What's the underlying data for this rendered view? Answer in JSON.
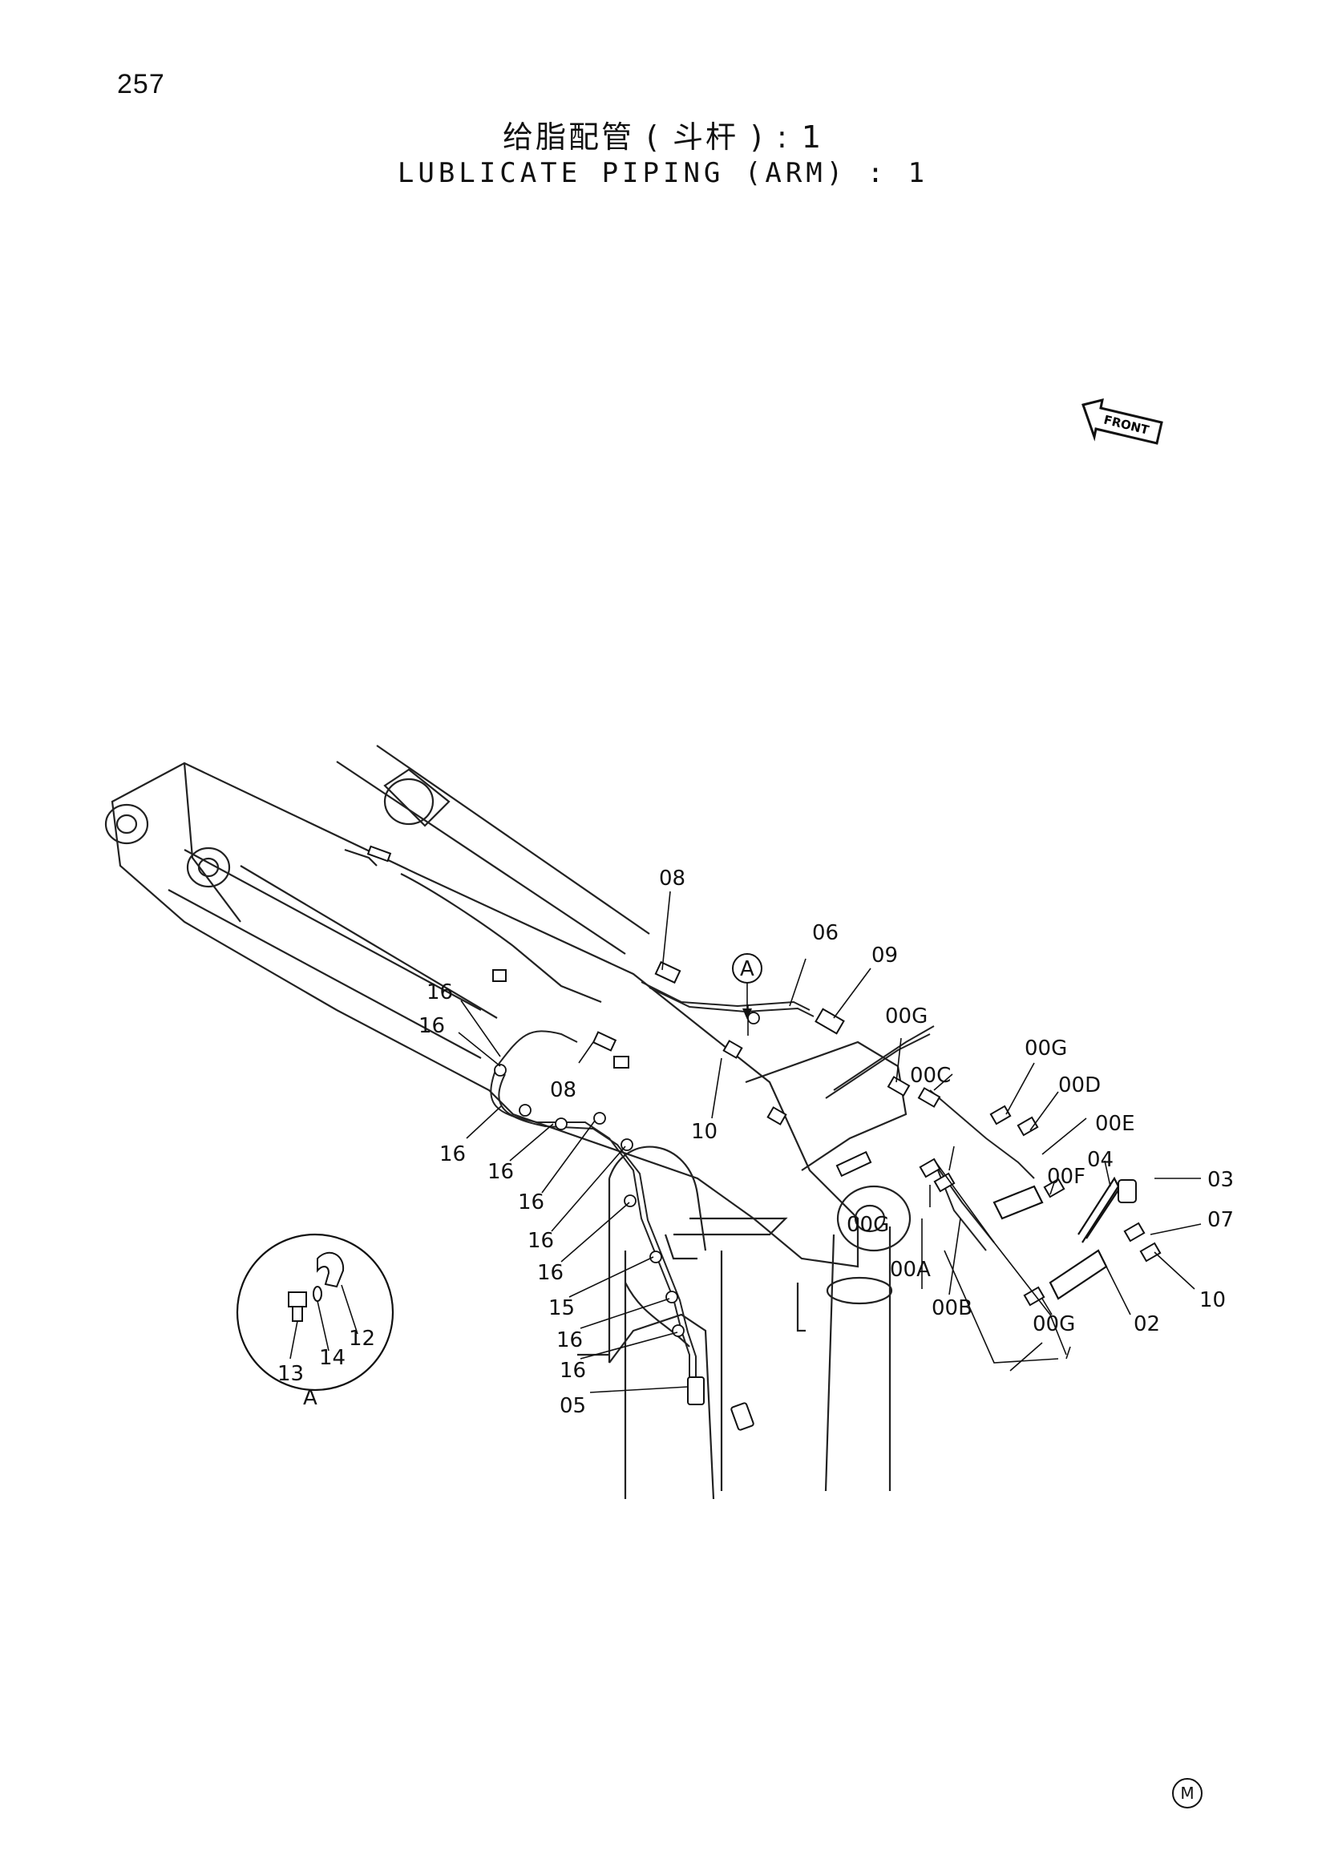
{
  "page": {
    "number": "257",
    "title_cn": "给脂配管 ( 斗杆 ) : 1",
    "title_en": "LUBLICATE PIPING (ARM) : 1",
    "front_label": "FRONT",
    "marker": "M"
  },
  "callouts": {
    "c08a": "08",
    "c06": "06",
    "c09": "09",
    "cA": "A",
    "c00G_a": "00G",
    "c00G_b": "00G",
    "c00C": "00C",
    "c00D": "00D",
    "c00E": "00E",
    "c00F": "00F",
    "c04": "04",
    "c03": "03",
    "c07": "07",
    "c10_r": "10",
    "c02": "02",
    "c00G_c": "00G",
    "c00B": "00B",
    "c00A": "00A",
    "c00G_d": "00G",
    "c10_m": "10",
    "c08b": "08",
    "c16_1": "16",
    "c16_2": "16",
    "c16_3": "16",
    "c16_4": "16",
    "c16_5": "16",
    "c16_6": "16",
    "c16_7": "16",
    "c16_8": "16",
    "c16_9": "16",
    "c15": "15",
    "c05": "05"
  },
  "detail_a": {
    "label": "A",
    "c12": "12",
    "c13": "13",
    "c14": "14"
  }
}
